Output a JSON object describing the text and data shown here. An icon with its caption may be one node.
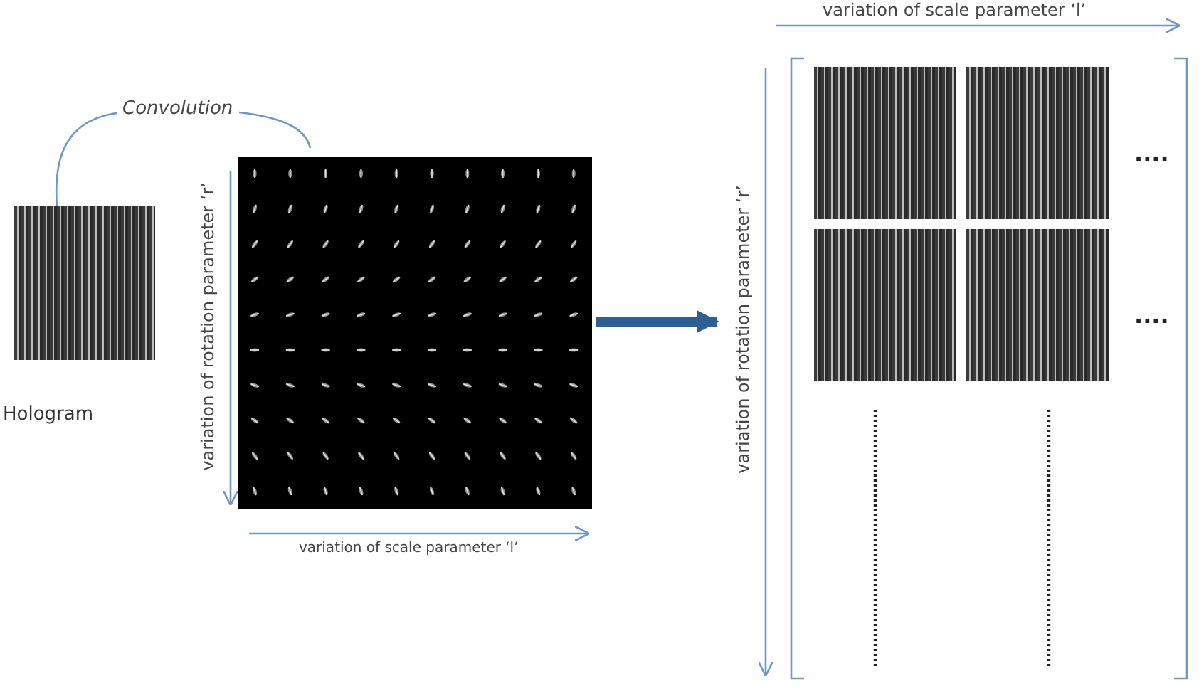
{
  "diagram": {
    "nodes": [
      {
        "text": [],
        "shape": "picture",
        "beside": [
          "Hologram"
        ]
      },
      {
        "text": [],
        "shape": "picture"
      },
      {
        "text": [],
        "shape": "box"
      },
      {
        "text": [],
        "shape": "picture",
        "in": 2
      },
      {
        "text": [],
        "shape": "picture",
        "in": 2
      },
      {
        "text": [],
        "shape": "picture",
        "in": 2
      },
      {
        "text": [],
        "shape": "picture",
        "in": 2
      }
    ],
    "edges": [
      {
        "from": 0,
        "to": 1,
        "arrow": "none",
        "label": "Convolution"
      },
      {
        "from": 1,
        "to": 2,
        "arrow": "to",
        "style": "thick"
      }
    ],
    "labels": [
      "variation of scale parameter ‘l’",
      "variation of rotation parameter ‘r’",
      "variation of rotation parameter ‘r’",
      "....",
      "....",
      "variation of scale parameter ‘l’"
    ]
  }
}
